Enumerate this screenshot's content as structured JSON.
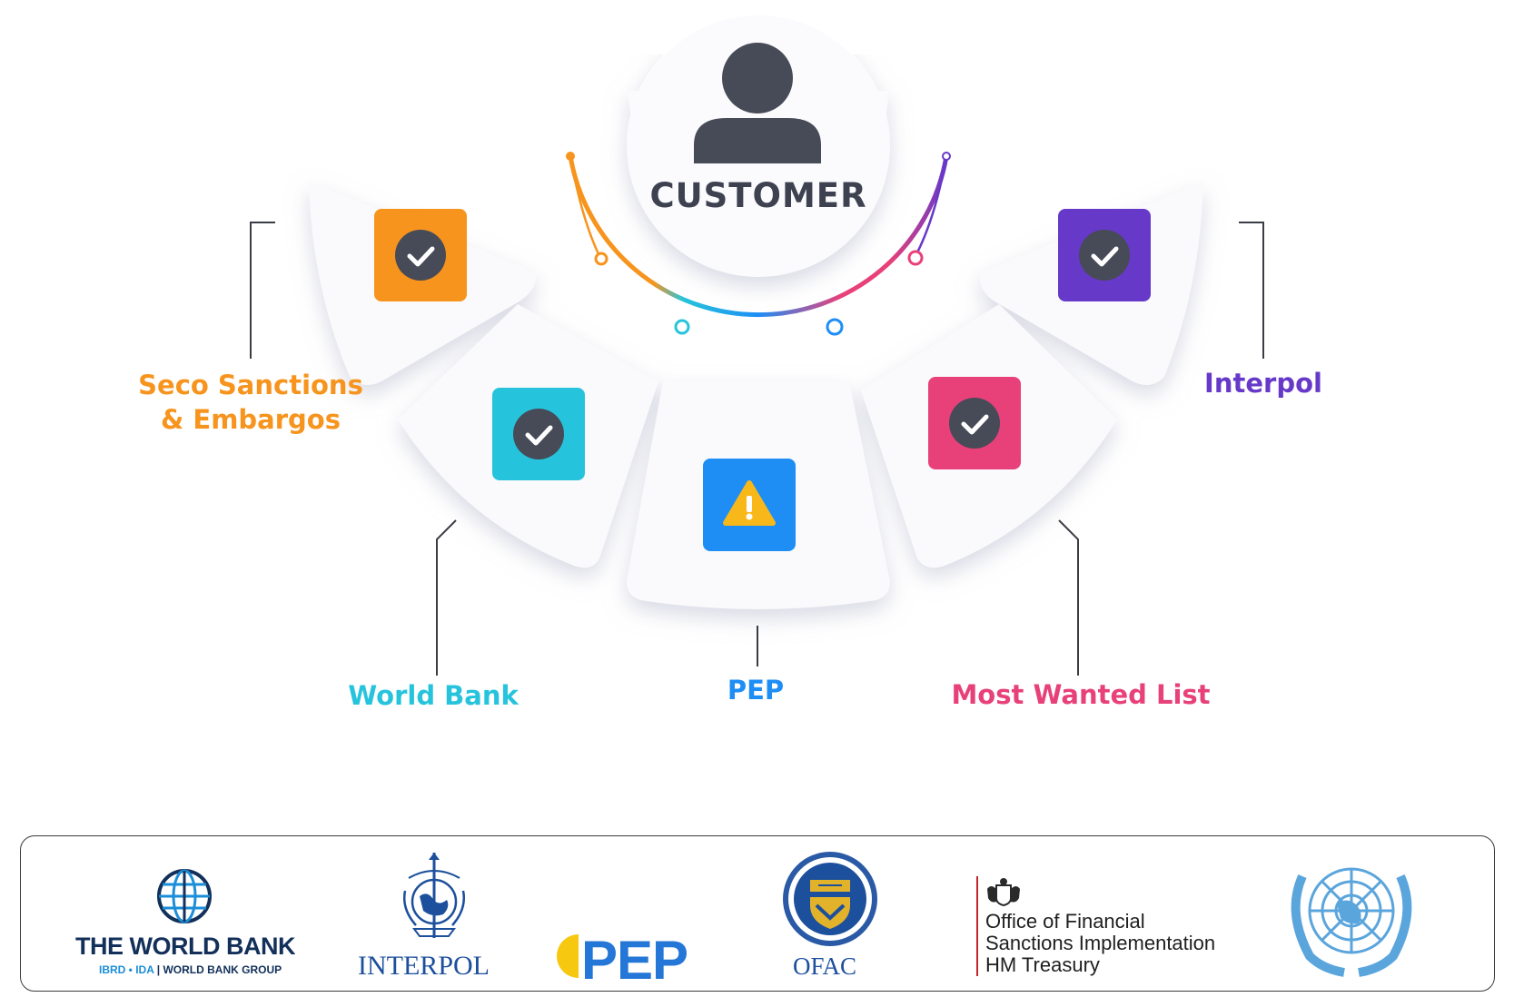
{
  "center": {
    "title": "CUSTOMER",
    "icon": "person-icon"
  },
  "nodes": [
    {
      "id": "seco",
      "label_lines": [
        "Seco Sanctions",
        "& Embargos"
      ],
      "color": "#f7941d",
      "status": "check",
      "icon": "check-icon"
    },
    {
      "id": "world-bank",
      "label_lines": [
        "World Bank"
      ],
      "color": "#26c4dc",
      "status": "check",
      "icon": "check-icon"
    },
    {
      "id": "pep",
      "label_lines": [
        "PEP"
      ],
      "color": "#1e8ef5",
      "status": "warning",
      "icon": "warning-icon"
    },
    {
      "id": "most-wanted",
      "label_lines": [
        "Most Wanted List"
      ],
      "color": "#e8417a",
      "status": "check",
      "icon": "check-icon"
    },
    {
      "id": "interpol",
      "label_lines": [
        "Interpol"
      ],
      "color": "#6739c9",
      "status": "check",
      "icon": "check-icon"
    }
  ],
  "logos": {
    "world_bank": {
      "title": "THE WORLD BANK",
      "sub_blue": "IBRD • IDA",
      "sub_sep": "|",
      "sub_dark": "WORLD BANK GROUP",
      "icon": "globe-icon"
    },
    "interpol": {
      "text": "INTERPOL",
      "icon": "interpol-emblem-icon"
    },
    "pep": {
      "text": "PEP",
      "icon": "pep-half-circle-icon"
    },
    "ofac": {
      "text": "OFAC",
      "icon": "treasury-seal-icon"
    },
    "ofsi": {
      "lines": [
        "Office of Financial",
        "Sanctions Implementation",
        "HM Treasury"
      ],
      "icon": "royal-crest-icon"
    },
    "un": {
      "icon": "un-emblem-icon"
    }
  },
  "colors": {
    "dark": "#474a57",
    "connector": "#3b3d45"
  }
}
